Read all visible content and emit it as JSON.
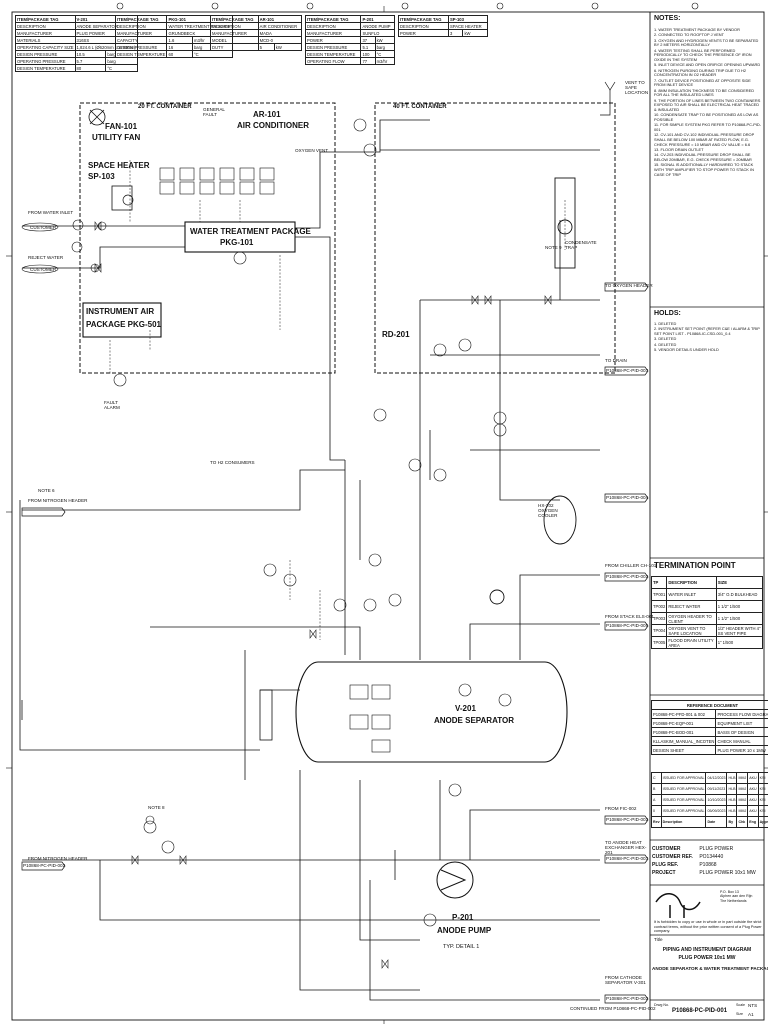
{
  "equipment_tables": [
    {
      "tag_label": "ITEM/PACKAGE TAG",
      "tag": "V-201",
      "rows": [
        [
          "DESCRIPTION",
          "ANODE SEPARATOR"
        ],
        [
          "MANUFACTURER",
          "PLUG POWER"
        ],
        [
          "MATERIALS",
          "316SS"
        ],
        [
          "OPERATING CAPACITY SIZE",
          "1,824.6 L (Ø620mm x 1700mm)"
        ],
        [
          "DESIGN PRESSURE",
          "10.5",
          "barg"
        ],
        [
          "OPERATING PRESSURE",
          "5.7",
          "barg"
        ],
        [
          "DESIGN TEMPERATURE",
          "80",
          "°C"
        ]
      ]
    },
    {
      "tag_label": "ITEM/PACKAGE TAG",
      "tag": "PKG-101",
      "rows": [
        [
          "DESCRIPTION",
          "WATER TREATMENT PACKAGE"
        ],
        [
          "MANUFACTURER",
          "GRUNDBECK"
        ],
        [
          "CAPACITY",
          "1.6",
          "m3/hr"
        ],
        [
          "DESIGN PRESSURE",
          "16",
          "barg"
        ],
        [
          "DESIGN TEMPERATURE",
          "60",
          "°C"
        ]
      ]
    },
    {
      "tag_label": "ITEM/PACKAGE TAG",
      "tag": "AR-101",
      "rows": [
        [
          "DESCRIPTION",
          "AIR CONDITIONER"
        ],
        [
          "MANUFACTURER",
          "MADA"
        ],
        [
          "MODEL",
          "MCD-0"
        ],
        [
          "DUTY",
          "5",
          "kW"
        ]
      ]
    },
    {
      "tag_label": "ITEM/PACKAGE TAG",
      "tag": "P-201",
      "rows": [
        [
          "DESCRIPTION",
          "ANODE PUMP"
        ],
        [
          "MANUFACTURER",
          "SUNFLO"
        ],
        [
          "POWER",
          "37",
          "kW"
        ],
        [
          "DESIGN PRESSURE",
          "5.1",
          "barg"
        ],
        [
          "DESIGN TEMPERATURE",
          "100",
          "°C"
        ],
        [
          "OPERATING FLOW",
          "77",
          "m3/hr"
        ]
      ]
    },
    {
      "tag_label": "ITEM/PACKAGE TAG",
      "tag": "SP-103",
      "rows": [
        [
          "DESCRIPTION",
          "SPACE HEATER"
        ],
        [
          "POWER",
          "3",
          "kW"
        ]
      ]
    }
  ],
  "notes": {
    "title": "NOTES:",
    "items": [
      "1. WATER TREATMENT PACKAGE BY VENDOR",
      "2. CONNECTED TO ROOFTOP J VENT",
      "3. OXYGEN AND HYDROGEN VENTS TO BE SEPARATED BY 2 METERS HORIZONTALLY",
      "4. WATER TESTING SHALL BE PERFORMED PERIODICALLY TO CHECK THE PRESENCE OF IRON OXIDE IN THE SYSTEM",
      "5. INLET DEVICE AND OPEN ORIFICE OPENING UPWARD",
      "6. NITROGEN PURGING DURING TRIP DUE TO H2 CONCENTRATION IN O2 HEADER",
      "7. OUTLET DEVICE POSITIONED AT OPPOSITE SIDE FROM INLET DEVICE",
      "8. 8MM INSULATION THICKNESS TO BE CONSIDERED FOR ALL THE INSULATED LINES",
      "9. THE PORTION OF LINES BETWEEN TWO CONTAINERS EXPOSED TO AIR SHALL BE ELECTRICAL HEAT TRACED & INSULATED",
      "10. CONDENSATE TRAP TO BE POSITIONED AS LOW AS POSSIBLE",
      "11. FOR SIMPLE SYSTEM PKG REFER TO P10868-PC-PID-001",
      "12. CV-101 AND CV-102 INDIVIDUAL PRESSURE DROP SHALL BE BELOW 100 MBAR AT RATED FLOW, E.G. CHECK PRESSURE = 10 MBAR AND CV VALUE = 6.6",
      "13. FLOOR DRAIN OUTLET",
      "14. CV-203 INDIVIDUAL PRESSURE DROP SHALL BE BELOW 20MBAR, E.G. CHECK PRESSURE = 20MBAR",
      "15. SIGNAL IS ADDITIONALLY HARDWIRED TO STACK WITH TRIP AMPLIFIER TO STOP POWER TO STACK IN CASE OF TRIP"
    ]
  },
  "holds": {
    "title": "HOLDS:",
    "items": [
      "1. DELETED",
      "2. INSTRUMENT SET POINT (REFER C&E / ALARM & TRIP SET POINT LIST - P10868-IC-CSD-001_0.4",
      "3. DELETED",
      "4. DELETED",
      "5. VENDOR DETAILS UNDER HOLD"
    ]
  },
  "termination": {
    "title": "TERMINATION POINT",
    "headers": [
      "TP",
      "DESCRIPTION",
      "SIZE"
    ],
    "rows": [
      [
        "TP001",
        "WATER INLET",
        "3/4\" O.D BULKHEAD"
      ],
      [
        "TP002",
        "REJECT WATER",
        "1 1/2\" 1/500"
      ],
      [
        "TP003",
        "OXYGEN HEADER TO CLIENT",
        "1 1/2\" 1/500"
      ],
      [
        "TP004",
        "OXYGEN VENT TO SAFE LOCATION",
        "1/2\" HEADER WITH 4\" SS VENT PIPE"
      ],
      [
        "TP005",
        "FLOOD DRAIN UTILITY AREA",
        "1\" 1/500"
      ]
    ]
  },
  "reference": {
    "title": "REFERENCE DOCUMENT",
    "rows": [
      [
        "P10868-PC-PFD-001 & 002",
        "PROCESS FLOW DIAGRAM"
      ],
      [
        "P10868-PC-EQP-001",
        "EQUIPMENT LIST"
      ],
      [
        "P10868-PC-BOD-001",
        "BASIS OF DESIGN"
      ],
      [
        "KLLASKIM_MANUAL_INCOTEN",
        "CHECK MANUAL"
      ],
      [
        "DESIGN SHEET",
        "PLUG POWER 10 x 1MW"
      ]
    ]
  },
  "revisions": {
    "rows": [
      [
        "C",
        "ISSUED FOR APPROVAL",
        "04/12/2023",
        "HLB",
        "MMJ",
        "AKU",
        "KSI",
        "SDI"
      ],
      [
        "B",
        "ISSUED FOR APPROVAL",
        "09/11/2023",
        "HLB",
        "MMJ",
        "AKU",
        "KSI",
        "SDI"
      ],
      [
        "A",
        "ISSUED FOR APPROVAL",
        "10/10/2023",
        "HLB",
        "MMJ",
        "AKU",
        "KSI",
        "SDI"
      ],
      [
        "0",
        "ISSUED FOR APPROVAL",
        "05/09/2023",
        "HLB",
        "MMJ",
        "AKU",
        "KSI",
        "SDI"
      ]
    ],
    "header": [
      "Rev",
      "Description",
      "Date",
      "By",
      "Chk",
      "Eng",
      "Appr",
      "Client"
    ]
  },
  "project_info": [
    [
      "CUSTOMER",
      "PLUG POWER"
    ],
    [
      "CUSTOMER REF.",
      "PO134440"
    ],
    [
      "PLUG REF.",
      "P10868"
    ],
    [
      "PROJECT",
      "PLUG POWER 10x1 MW"
    ]
  ],
  "company": {
    "address": "P.O. Box 13\nAlphen aan den Rijn\nThe Netherlands",
    "disclaimer": "It is forbidden to copy or use in whole or in part outside the strict contract terms, without the prior written consent of a Plug Power company."
  },
  "title_block": {
    "label": "Title",
    "line1": "PIPING AND INSTRUMENT DIAGRAM",
    "line2": "PLUG POWER 10x1 MW",
    "line3": "ANODE SEPARATOR & WATER TREATMENT PACKAGE",
    "dwg_label": "Drwg No.",
    "dwg_no": "P10868-PC-PID-001",
    "scale_label": "Scale",
    "scale": "NTS",
    "size_label": "Size",
    "size": "A1"
  },
  "diagram_labels": {
    "container20": "20 FT. CONTAINER",
    "container40": "40 FT. CONTAINER",
    "fan": "FAN-101",
    "fan2": "UTILITY FAN",
    "ac": "AR-101",
    "ac2": "AIR CONDITIONER",
    "heater": "SPACE HEATER",
    "heater2": "SP-103",
    "wtp": "WATER TREATMENT PACKAGE",
    "wtp2": "PKG-101",
    "iap": "INSTRUMENT AIR",
    "iap2": "PACKAGE PKG-501",
    "rd": "RD-201",
    "sep": "V-201",
    "sep2": "ANODE SEPARATOR",
    "pump": "P-201",
    "pump2": "ANODE PUMP",
    "detail": "TYP. DETAIL 1",
    "from_water": "FROM WATER INLET",
    "customer": "CUSTOMER",
    "reject": "REJECT WATER",
    "customer2": "CUSTOMER",
    "vent_safe": "VENT TO SAFE LOCATION",
    "to_oxygen": "TO OXYGEN HEADER",
    "to_drain": "TO DRAIN",
    "from_chiller": "FROM CHILLER CH-101",
    "from_stack": "FROM STACK ELS-001",
    "from_fic": "FROM FIC-002",
    "to_anode_heat": "TO ANODE HEAT EXCHANGER HEX-201",
    "from_cathode": "FROM CATHODE SEPARATOR V-301",
    "from_nitrogen": "FROM NITROGEN HEADER",
    "from_nitro2": "FROM NITROGEN HEADER",
    "to_h2": "TO H2 CONSUMERS",
    "continued": "CONTINUED FROM P10868-PC-PID-002",
    "ref_pid_1": "P10868-PC-PID-003",
    "ref_pid_2": "P10868-PC-PID-004",
    "ref_pid_3": "P10868-PC-PID-002",
    "ref_pid_4": "P10868-PC-PID-005",
    "ref_pid_5": "P10868-PC-PID-002",
    "ref_pid_6": "P10868-PC-PID-003",
    "ref_pid_7": "P10868-PC-PID-002",
    "ref_pid_8": "P10868-PC-PID-002",
    "oxygen_vent": "OXYGEN VENT",
    "general_fault": "GENERAL FAULT",
    "fault_alarm": "FAULT ALARM",
    "condensate_trap": "CONDENSATE TRAP",
    "hx_cooler": "HX-202 OXYGEN COOLER",
    "note6": "NOTE 6",
    "note8": "NOTE 8",
    "note9": "NOTE 9"
  }
}
